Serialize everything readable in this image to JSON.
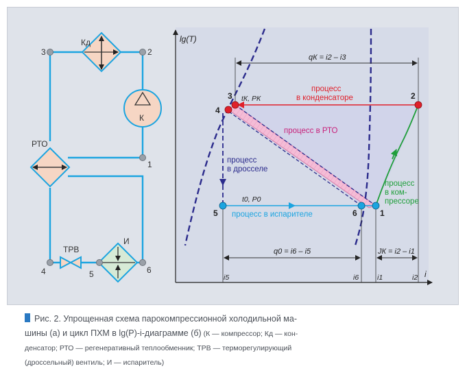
{
  "schematic": {
    "labels": {
      "kd": "Кд",
      "k": "К",
      "rto": "РТО",
      "trv": "ТРВ",
      "i": "И",
      "n1": "1",
      "n2": "2",
      "n3": "3",
      "n4": "4",
      "n5": "5",
      "n6": "6"
    }
  },
  "chart": {
    "y_axis_label": "lg(T)",
    "x_axis_label": "i",
    "point_labels": {
      "p1": "1",
      "p2": "2",
      "p3": "3",
      "p4": "4",
      "p5": "5",
      "p6": "6"
    },
    "annotations": {
      "qk": "qК = i2 – i3",
      "q0": "q0 = i6 – i5",
      "jk": "JК = i2 – i1",
      "tk_pk": "tК, PК",
      "t0_p0": "t0, P0",
      "cond_1": "процесс",
      "cond_2": "в конденсаторе",
      "rto": "процесс в РТО",
      "throttle_1": "процесс",
      "throttle_2": "в дросселе",
      "evap": "процесс в испарителе",
      "comp_1": "процесс",
      "comp_2": "в ком-",
      "comp_3": "прессоре"
    },
    "ticks": {
      "i5": "i5",
      "i6": "i6",
      "i1": "i1",
      "i2": "i2"
    },
    "colors": {
      "curve": "#2b2b8c",
      "condenser": "#e0202a",
      "evaporator": "#1ba4e0",
      "compressor": "#1f9e3a",
      "rto_band": "#f4bcd6"
    }
  },
  "caption": {
    "line1": "Рис. 2. Упрощенная схема парокомпрессионной холодильной ма-",
    "line2a": "шины (а) и цикл ПХМ в lg(P)-i-диаграмме (б)",
    "line2b": " (К — компрессор; Кд — кон-",
    "line3": "денсатор; РТО — регенеративный теплообменник; ТРВ — терморегулирующий",
    "line4": "(дроссельный) вентиль; И — испаритель)"
  }
}
